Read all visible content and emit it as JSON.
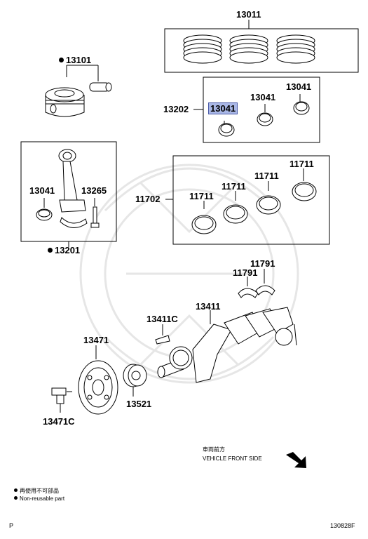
{
  "diagram": {
    "parts": {
      "p13011": "13011",
      "p13101": "13101",
      "p13202": "13202",
      "p13041_hl": "13041",
      "p13041_b": "13041",
      "p13041_c": "13041",
      "p13041_rod": "13041",
      "p13265": "13265",
      "p13201": "13201",
      "p11702": "11702",
      "p11711_a": "11711",
      "p11711_b": "11711",
      "p11711_c": "11711",
      "p11711_d": "11711",
      "p11791_a": "11791",
      "p11791_b": "11791",
      "p13411": "13411",
      "p13411c": "13411C",
      "p13471": "13471",
      "p13471c": "13471C",
      "p13521": "13521"
    },
    "direction": {
      "label_jp": "車両前方",
      "label_en": "VEHICLE FRONT SIDE"
    },
    "legend": {
      "jp": "再使用不可部品",
      "en": "Non-reusable part"
    },
    "footer": {
      "left": "P",
      "right": "130828F"
    },
    "colors": {
      "highlight": "#a9b7e6",
      "line": "#000000",
      "watermark": "#e6e6e6"
    }
  }
}
